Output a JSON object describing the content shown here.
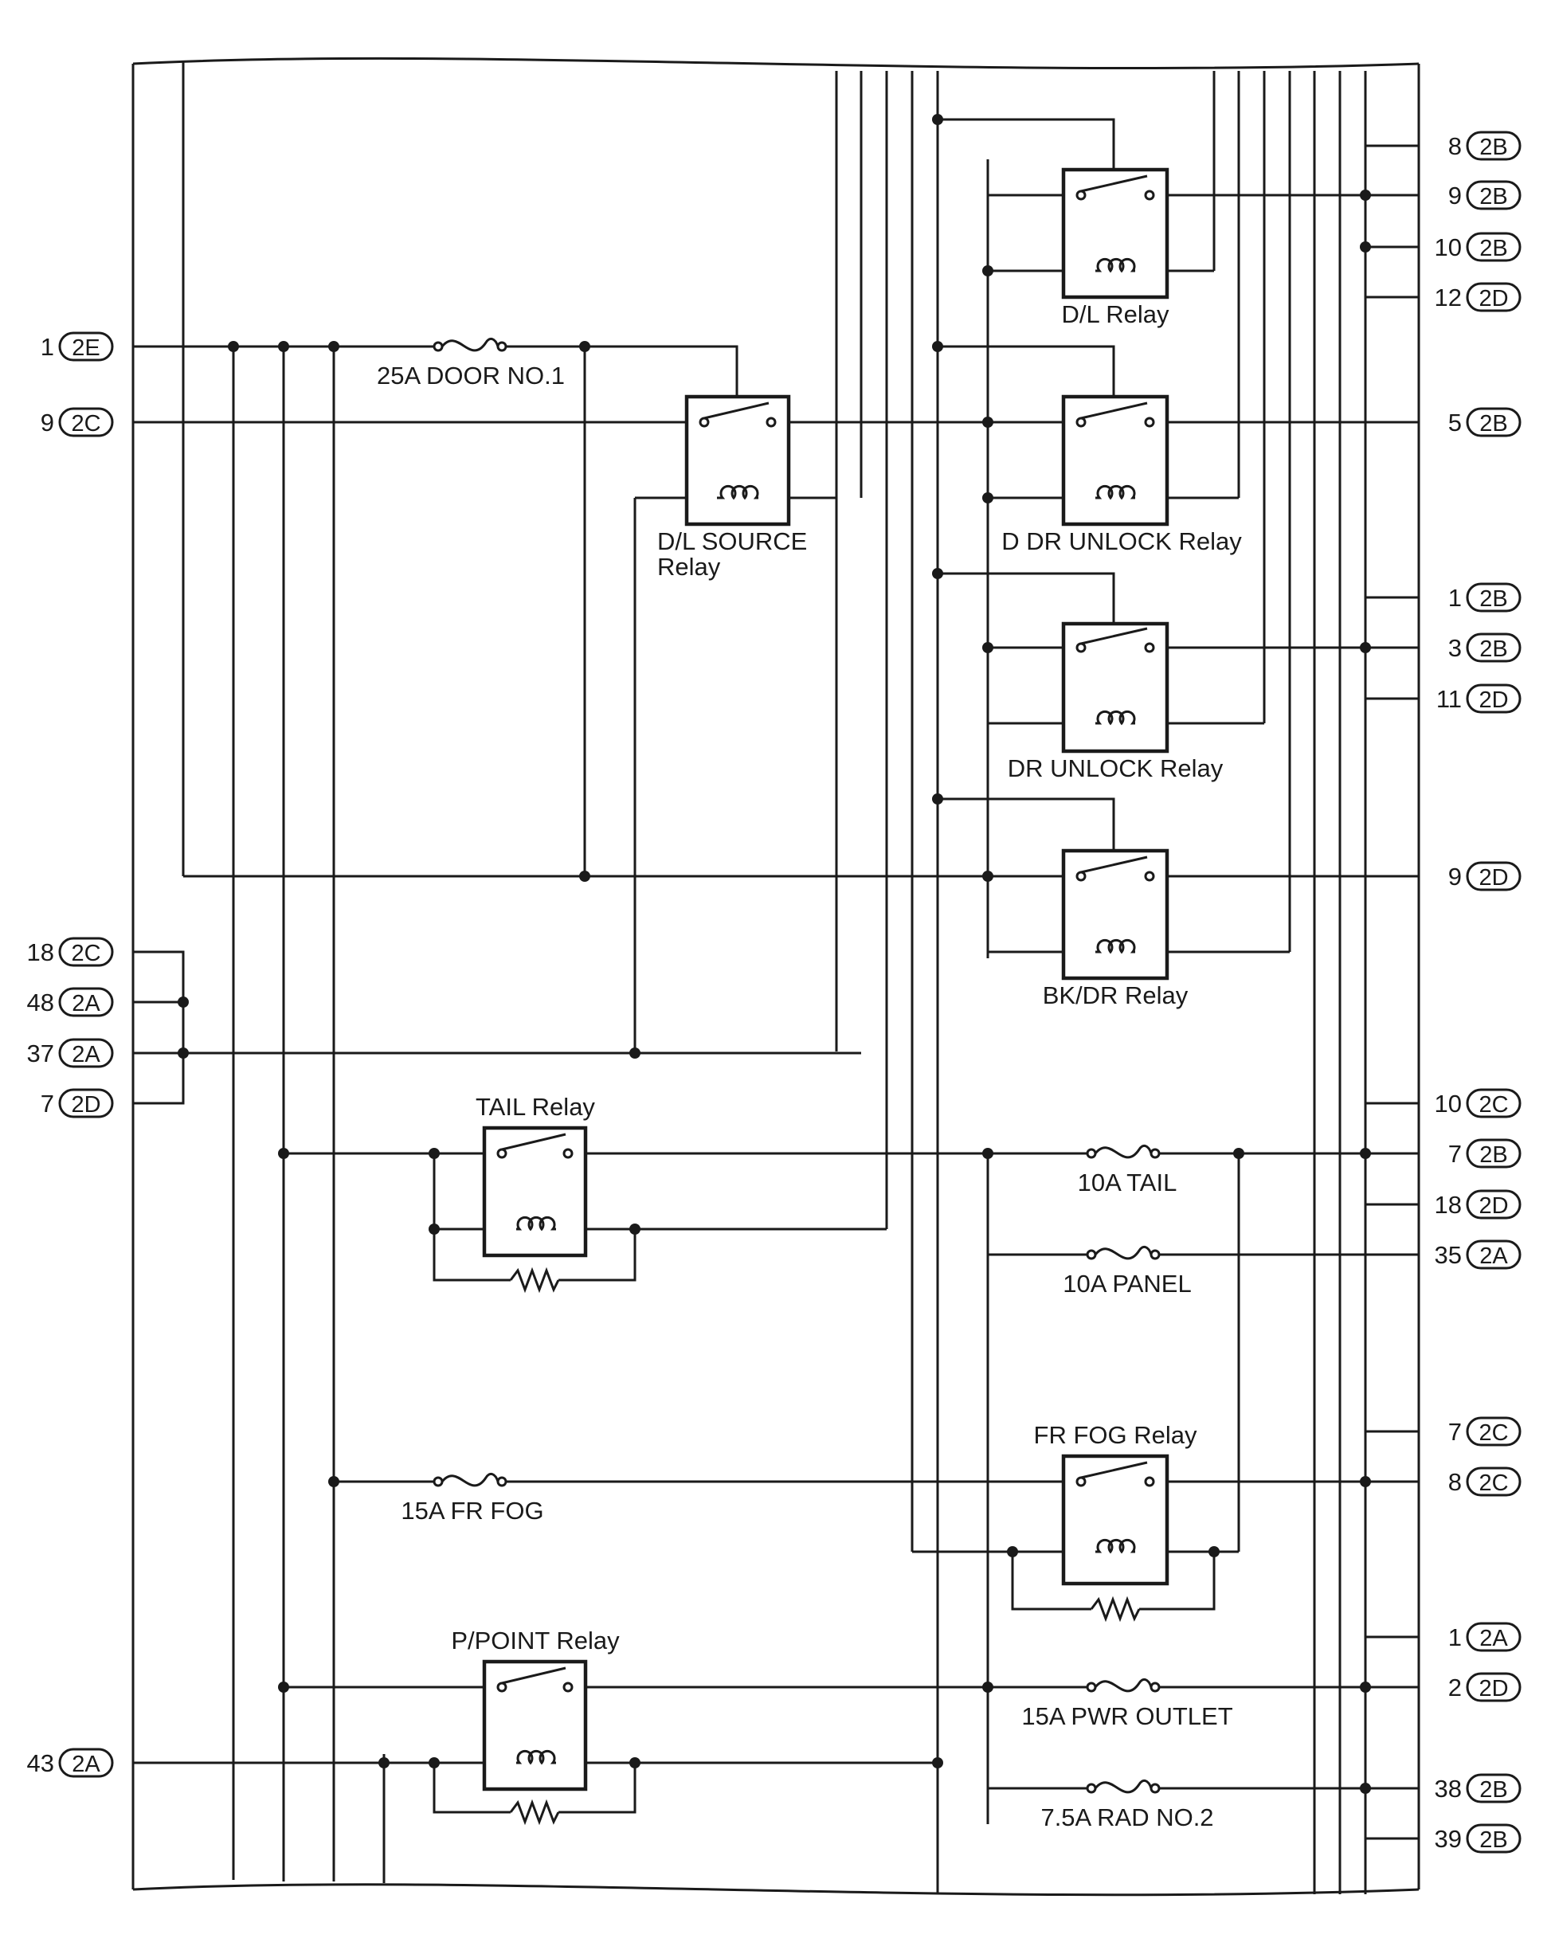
{
  "diagram": {
    "left_connectors": [
      {
        "pin": "1",
        "connector": "2E"
      },
      {
        "pin": "9",
        "connector": "2C"
      },
      {
        "pin": "18",
        "connector": "2C"
      },
      {
        "pin": "48",
        "connector": "2A"
      },
      {
        "pin": "37",
        "connector": "2A"
      },
      {
        "pin": "7",
        "connector": "2D"
      },
      {
        "pin": "43",
        "connector": "2A"
      }
    ],
    "right_connectors": [
      {
        "pin": "8",
        "connector": "2B"
      },
      {
        "pin": "9",
        "connector": "2B"
      },
      {
        "pin": "10",
        "connector": "2B"
      },
      {
        "pin": "12",
        "connector": "2D"
      },
      {
        "pin": "5",
        "connector": "2B"
      },
      {
        "pin": "1",
        "connector": "2B"
      },
      {
        "pin": "3",
        "connector": "2B"
      },
      {
        "pin": "11",
        "connector": "2D"
      },
      {
        "pin": "9",
        "connector": "2D"
      },
      {
        "pin": "10",
        "connector": "2C"
      },
      {
        "pin": "7",
        "connector": "2B"
      },
      {
        "pin": "18",
        "connector": "2D"
      },
      {
        "pin": "35",
        "connector": "2A"
      },
      {
        "pin": "7",
        "connector": "2C"
      },
      {
        "pin": "8",
        "connector": "2C"
      },
      {
        "pin": "1",
        "connector": "2A"
      },
      {
        "pin": "2",
        "connector": "2D"
      },
      {
        "pin": "38",
        "connector": "2B"
      },
      {
        "pin": "39",
        "connector": "2B"
      }
    ],
    "relays": [
      {
        "label": "D/L Relay"
      },
      {
        "label": "D DR UNLOCK Relay"
      },
      {
        "label": "DR UNLOCK Relay"
      },
      {
        "label": "BK/DR Relay"
      },
      {
        "label": "D/L SOURCE",
        "label2": "Relay"
      },
      {
        "label": "TAIL Relay"
      },
      {
        "label": "FR FOG Relay"
      },
      {
        "label": "P/POINT Relay"
      }
    ],
    "fuses": [
      {
        "label": "25A DOOR NO.1"
      },
      {
        "label": "10A TAIL"
      },
      {
        "label": "10A PANEL"
      },
      {
        "label": "15A FR FOG"
      },
      {
        "label": "15A PWR OUTLET"
      },
      {
        "label": "7.5A RAD NO.2"
      }
    ]
  }
}
